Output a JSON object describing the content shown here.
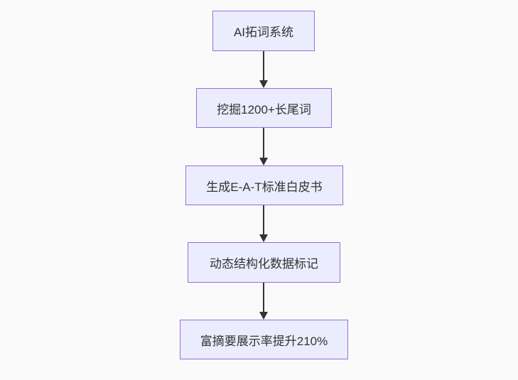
{
  "diagram": {
    "type": "flowchart-top-down",
    "nodes": [
      {
        "id": "step-1",
        "label": "AI拓词系统"
      },
      {
        "id": "step-2",
        "label": "挖掘1200+长尾词"
      },
      {
        "id": "step-3",
        "label": "生成E-A-T标准白皮书"
      },
      {
        "id": "step-4",
        "label": "动态结构化数据标记"
      },
      {
        "id": "step-5",
        "label": "富摘要展示率提升210%"
      }
    ],
    "edges": [
      {
        "from": "step-1",
        "to": "step-2"
      },
      {
        "from": "step-2",
        "to": "step-3"
      },
      {
        "from": "step-3",
        "to": "step-4"
      },
      {
        "from": "step-4",
        "to": "step-5"
      }
    ],
    "colors": {
      "node_fill": "#ECECFF",
      "node_border": "#9370DB",
      "arrow": "#333333",
      "text": "#333333",
      "background": "#FAFAFA"
    }
  }
}
